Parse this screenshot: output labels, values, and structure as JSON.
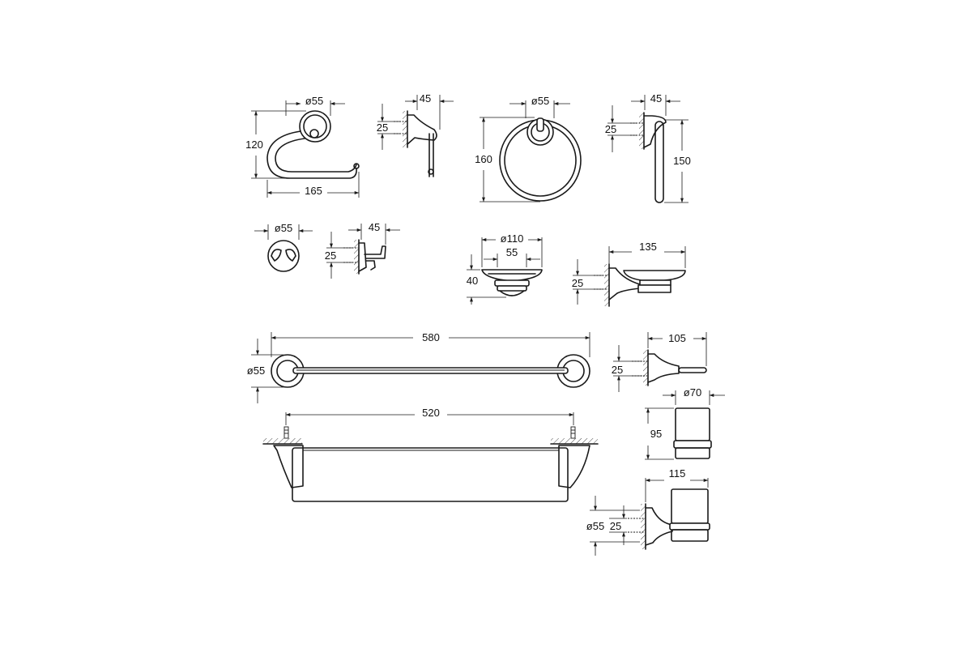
{
  "labels": {
    "paper_holder_diameter": "ø55",
    "paper_holder_height": "120",
    "paper_holder_width": "165",
    "paper_holder_side_depth": "45",
    "paper_holder_side_fixing": "25",
    "towel_ring_diameter": "ø55",
    "towel_ring_height": "160",
    "towel_ring_side_depth": "45",
    "towel_ring_side_fixing": "25",
    "towel_ring_side_height": "150",
    "robe_hook_diameter": "ø55",
    "robe_hook_side_depth": "45",
    "robe_hook_side_fixing": "25",
    "soap_dish_diameter": "ø110",
    "soap_dish_base": "55",
    "soap_dish_height": "40",
    "soap_dish_side_depth": "135",
    "soap_dish_side_fixing": "25",
    "towel_rail_length": "580",
    "towel_rail_diameter": "ø55",
    "towel_rail_side_depth": "105",
    "towel_rail_side_fixing": "25",
    "shelf_fixing_distance": "520",
    "tumbler_diameter": "ø70",
    "tumbler_height": "95",
    "tumbler_holder_depth": "115",
    "tumbler_holder_diameter": "ø55",
    "tumbler_holder_fixing": "25"
  }
}
